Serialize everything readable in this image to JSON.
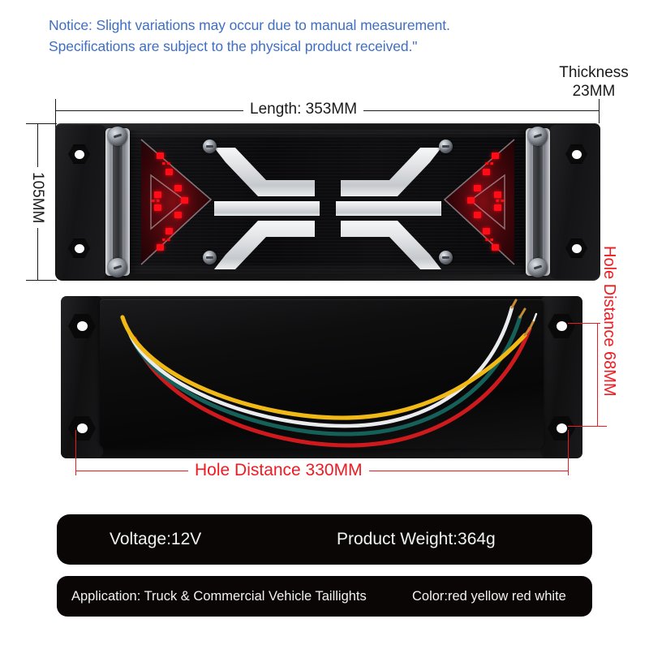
{
  "notice": {
    "line1": "Notice: Slight variations may occur due to manual measurement.",
    "line2": "Specifications are subject to the physical product received.\"",
    "color": "#3f6fc4"
  },
  "dimensions": {
    "thickness_label": "Thickness",
    "thickness_value": "23MM",
    "length": "Length: 353MM",
    "height": "105MM",
    "hole_distance_vertical": "Hole Distance 68MM",
    "hole_distance_horizontal": "Hole Distance 330MM",
    "dim_color_black": "#1a1a1a",
    "dim_color_red": "#f01a20"
  },
  "specs": {
    "voltage": "Voltage:12V",
    "weight": "Product Weight:364g",
    "application": "Application: Truck & Commercial Vehicle Taillights",
    "color": "Color:red yellow red white",
    "bar_background": "#0a0605",
    "bar_text_color": "#f2f2f2"
  },
  "product": {
    "front_view_name": "taillight-front-view",
    "back_view_name": "taillight-back-view",
    "lens_led_color": "#ff1016",
    "chevron_color": "#e7e9eb",
    "wire_colors": [
      "red",
      "yellow",
      "white",
      "green"
    ]
  }
}
